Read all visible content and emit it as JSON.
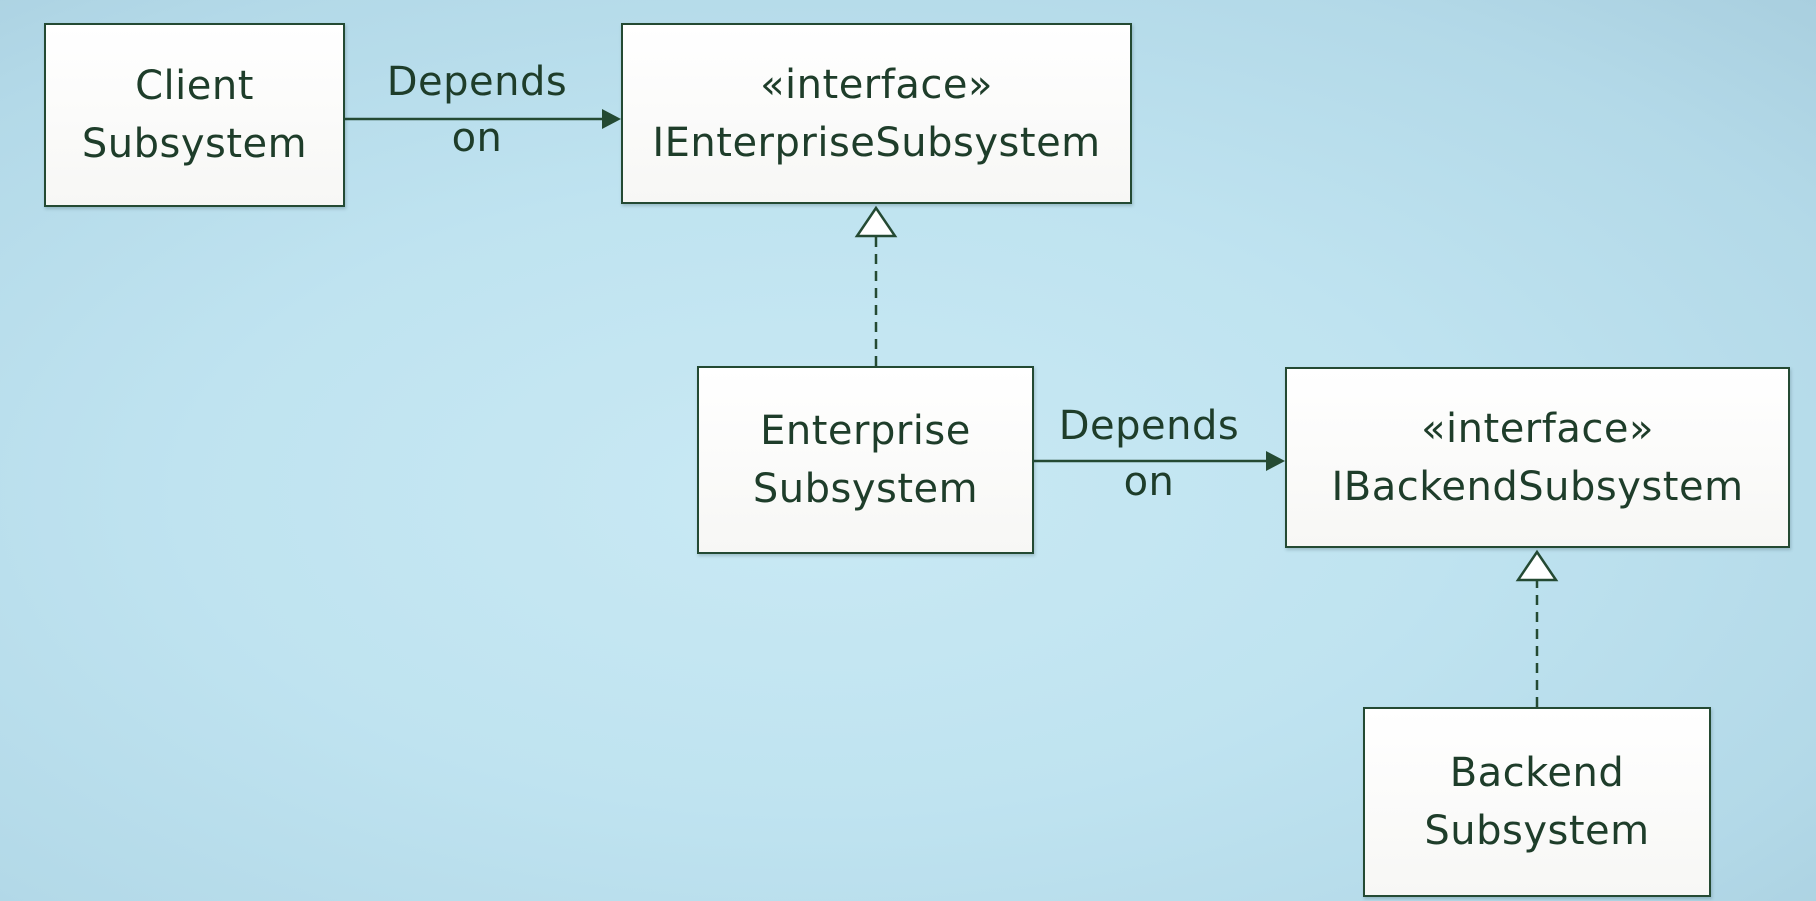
{
  "diagram": {
    "type": "uml-class-dependency",
    "nodes": {
      "client": {
        "line1": "Client",
        "line2": "Subsystem"
      },
      "ienterprise": {
        "stereotype": "«interface»",
        "name": "IEnterpriseSubsystem"
      },
      "enterprise": {
        "line1": "Enterprise",
        "line2": "Subsystem"
      },
      "ibackend": {
        "stereotype": "«interface»",
        "name": "IBackendSubsystem"
      },
      "backend": {
        "line1": "Backend",
        "line2": "Subsystem"
      }
    },
    "relations": {
      "client_to_ienterprise": {
        "line1": "Depends",
        "line2": "on"
      },
      "enterprise_to_ibackend": {
        "line1": "Depends",
        "line2": "on"
      }
    },
    "edges": [
      {
        "from": "client",
        "to": "ienterprise",
        "kind": "dependency"
      },
      {
        "from": "enterprise",
        "to": "ibackend",
        "kind": "dependency"
      },
      {
        "from": "enterprise",
        "to": "ienterprise",
        "kind": "realization"
      },
      {
        "from": "backend",
        "to": "ibackend",
        "kind": "realization"
      }
    ]
  },
  "colors": {
    "stroke": "#244a33",
    "text": "#1e3d2a",
    "box_fill": "#ffffff",
    "background": "#bfe3f0"
  }
}
